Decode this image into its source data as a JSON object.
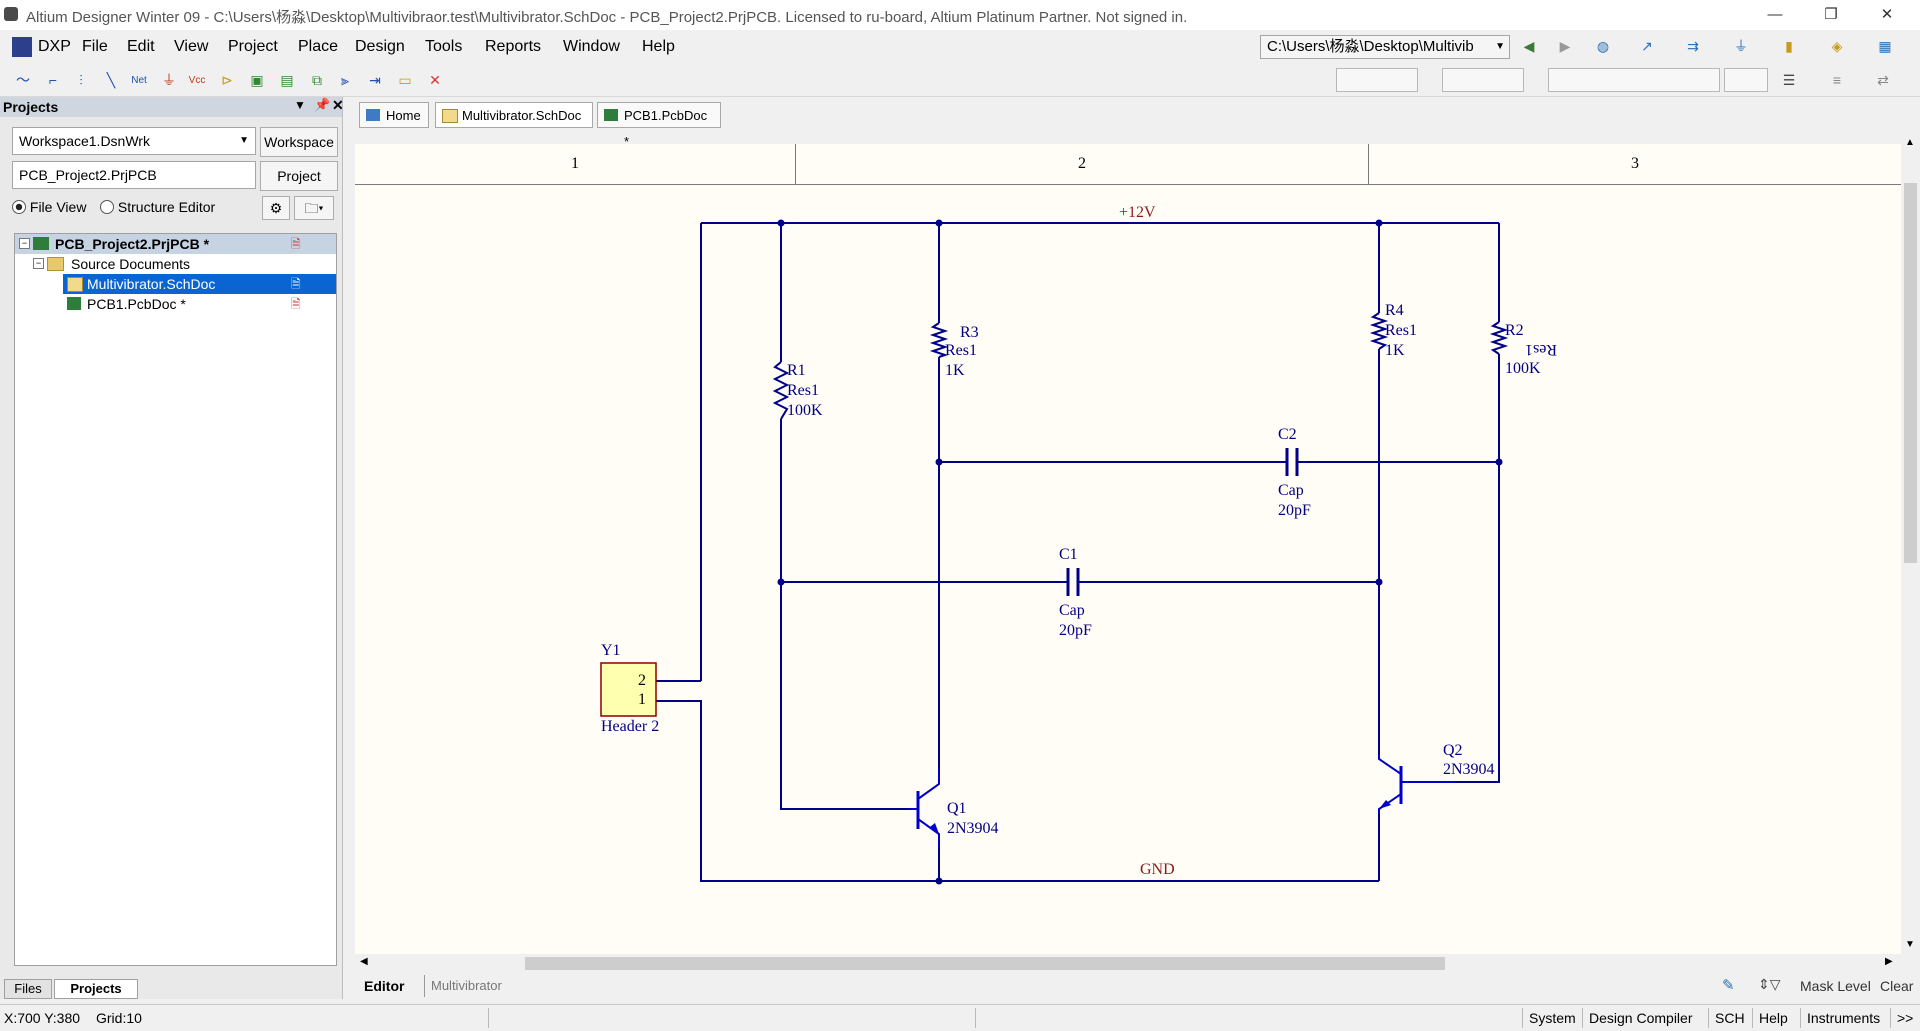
{
  "window": {
    "title": "Altium Designer Winter 09 - C:\\Users\\杨淼\\Desktop\\Multivibraor.test\\Multivibrator.SchDoc - PCB_Project2.PrjPCB. Licensed to ru-board, Altium Platinum Partner. Not signed in.",
    "minimize": "—",
    "restore": "❐",
    "close": "✕"
  },
  "menu": {
    "dxp": "DXP",
    "items": [
      "File",
      "Edit",
      "View",
      "Project",
      "Place",
      "Design",
      "Tools",
      "Reports",
      "Window",
      "Help"
    ],
    "path_combo": "C:\\Users\\杨淼\\Desktop\\Multivib"
  },
  "projects_panel": {
    "title": "Projects",
    "workspace_value": "Workspace1.DsnWrk",
    "workspace_button": "Workspace",
    "project_value": "PCB_Project2.PrjPCB",
    "project_button": "Project",
    "file_view": "File View",
    "structure_editor": "Structure Editor",
    "tree": {
      "project": "PCB_Project2.PrjPCB *",
      "folder": "Source Documents",
      "doc1": "Multivibrator.SchDoc",
      "doc2": "PCB1.PcbDoc *"
    },
    "bottom_tabs": [
      "Files",
      "Projects"
    ]
  },
  "doc_tabs": [
    "Home",
    "Multivibrator.SchDoc",
    "PCB1.PcbDoc *"
  ],
  "schematic": {
    "zones": [
      "1",
      "2",
      "3"
    ],
    "nets": {
      "vcc": "+12V",
      "gnd": "GND"
    },
    "components": {
      "r1": {
        "designator": "R1",
        "type": "Res1",
        "value": "100K"
      },
      "r3": {
        "designator": "R3",
        "type": "Res1",
        "value": "1K"
      },
      "r4": {
        "designator": "R4",
        "type": "Res1",
        "value": "1K"
      },
      "r2": {
        "designator": "R2",
        "type": "Res1",
        "value": "100K"
      },
      "c2": {
        "designator": "C2",
        "type": "Cap",
        "value": "20pF"
      },
      "c1": {
        "designator": "C1",
        "type": "Cap",
        "value": "20pF"
      },
      "y1": {
        "designator": "Y1",
        "type": "Header 2",
        "pin2": "2",
        "pin1": "1"
      },
      "q1": {
        "designator": "Q1",
        "type": "2N3904"
      },
      "q2": {
        "designator": "Q2",
        "type": "2N3904"
      }
    }
  },
  "editor_tabs": [
    "Editor",
    "Multivibrator"
  ],
  "panel_controls": {
    "mask_level": "Mask Level",
    "clear": "Clear"
  },
  "status": {
    "coords": "X:700 Y:380",
    "grid": "Grid:10",
    "buttons": [
      "System",
      "Design Compiler",
      "SCH",
      "Help",
      "Instruments",
      ">>"
    ]
  }
}
